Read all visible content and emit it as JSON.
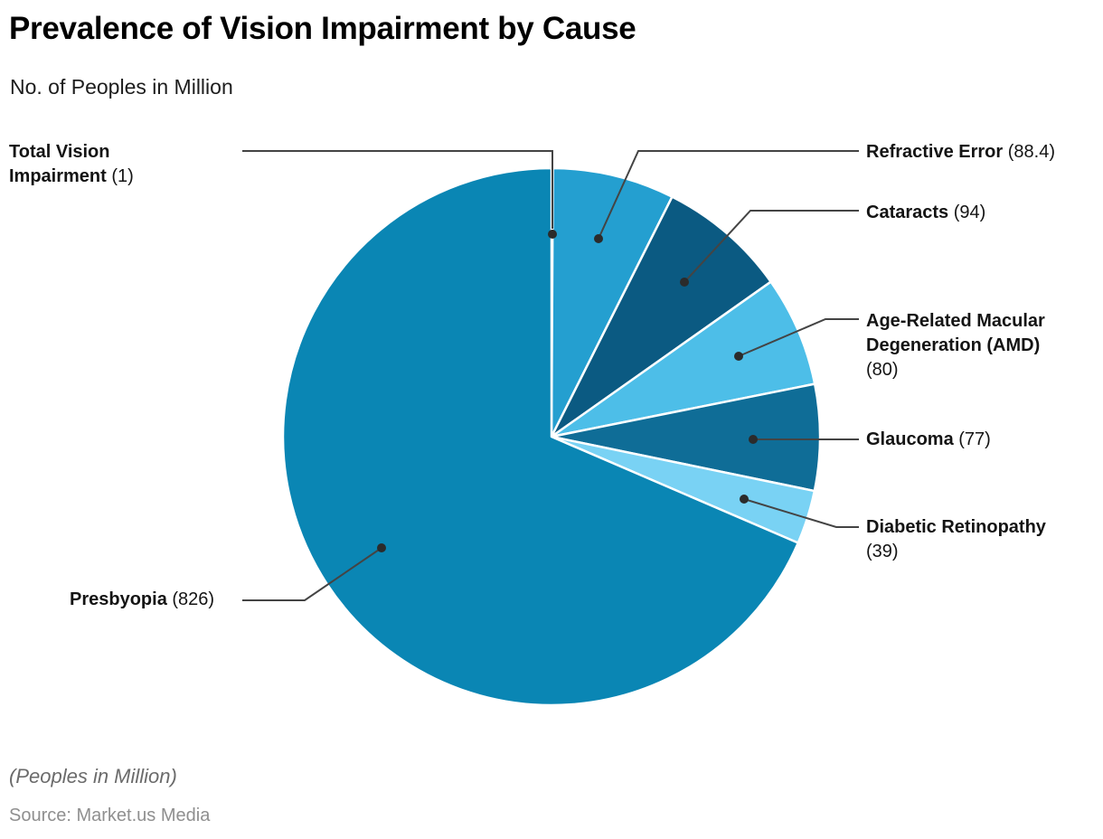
{
  "header": {
    "title": "Prevalence of Vision Impairment by Cause",
    "subtitle": "No. of Peoples in Million"
  },
  "footer": {
    "note": "(Peoples in Million)",
    "source": "Source: Market.us Media"
  },
  "chart_data": {
    "type": "pie",
    "title": "Prevalence of Vision Impairment by Cause",
    "subtitle": "No. of Peoples in Million",
    "unit": "Peoples in Million",
    "start_angle_deg": 0,
    "direction": "clockwise",
    "total": 1205.4,
    "legend_position": "outside-callouts",
    "slices": [
      {
        "id": "tvi",
        "label": "Total Vision Impairment",
        "value": 1,
        "value_text": "(1)",
        "color": "#bfe3f2"
      },
      {
        "id": "re",
        "label": "Refractive Error",
        "value": 88.4,
        "value_text": "(88.4)",
        "color": "#249fd0"
      },
      {
        "id": "cat",
        "label": "Cataracts",
        "value": 94,
        "value_text": "(94)",
        "color": "#0b5a82"
      },
      {
        "id": "amd",
        "label": "Age-Related Macular Degeneration (AMD)",
        "value": 80,
        "value_text": "(80)",
        "color": "#4dbee8"
      },
      {
        "id": "gla",
        "label": "Glaucoma",
        "value": 77,
        "value_text": "(77)",
        "color": "#0f6d97"
      },
      {
        "id": "dr",
        "label": "Diabetic Retinopathy",
        "value": 39,
        "value_text": "(39)",
        "color": "#79d2f4"
      },
      {
        "id": "pres",
        "label": "Presbyopia",
        "value": 826,
        "value_text": "(826)",
        "color": "#0a86b4"
      }
    ],
    "colors": {
      "leader_line": "#444444",
      "marker_dot": "#2b2b2b",
      "slice_separator": "#ffffff"
    }
  }
}
